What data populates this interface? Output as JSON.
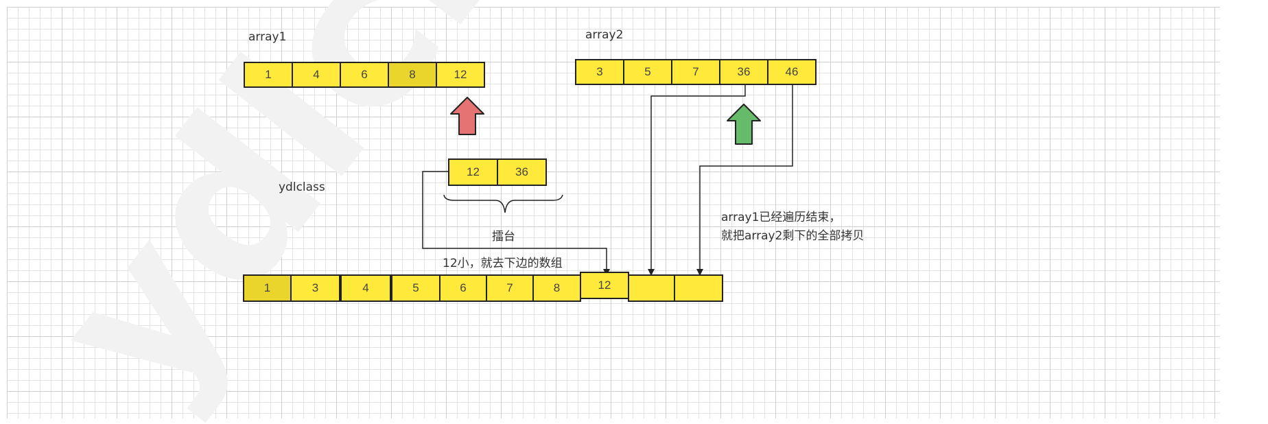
{
  "labels": {
    "array1": "array1",
    "array2": "array2",
    "watermark_text": "ydlclass",
    "arena": "擂台",
    "note_small": "12小，就去下边的数组",
    "note_copy_line1": "array1已经遍历结束，",
    "note_copy_line2": "就把array2剩下的全部拷贝"
  },
  "array1": [
    "1",
    "4",
    "6",
    "8",
    "12"
  ],
  "array2": [
    "3",
    "5",
    "7",
    "36",
    "46"
  ],
  "arena": [
    "12",
    "36"
  ],
  "merged": [
    "1",
    "3",
    "4",
    "5",
    "6",
    "7",
    "8",
    "12",
    "",
    ""
  ],
  "watermark": "ydlclass",
  "colors": {
    "cell_fill": "#ffe93b",
    "cell_border": "#222222",
    "arrow_red": "#e57373",
    "arrow_green": "#66bb6a",
    "watermark": "#f2f2f2"
  }
}
